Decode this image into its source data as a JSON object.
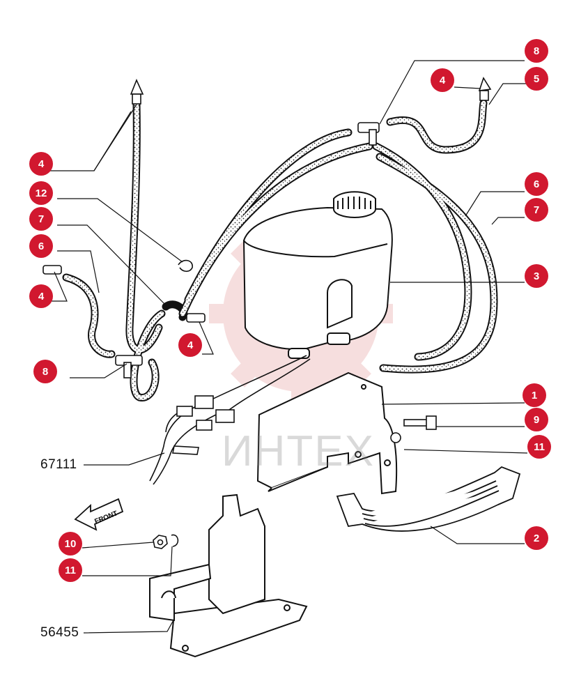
{
  "callouts": [
    {
      "id": "c1",
      "label": "8"
    },
    {
      "id": "c2",
      "label": "4"
    },
    {
      "id": "c3",
      "label": "5"
    },
    {
      "id": "c4",
      "label": "4"
    },
    {
      "id": "c5",
      "label": "6"
    },
    {
      "id": "c6",
      "label": "12"
    },
    {
      "id": "c7",
      "label": "7"
    },
    {
      "id": "c8",
      "label": "7"
    },
    {
      "id": "c9",
      "label": "6"
    },
    {
      "id": "c10",
      "label": "3"
    },
    {
      "id": "c11",
      "label": "4"
    },
    {
      "id": "c12",
      "label": "4"
    },
    {
      "id": "c13",
      "label": "8"
    },
    {
      "id": "c14",
      "label": "1"
    },
    {
      "id": "c15",
      "label": "9"
    },
    {
      "id": "c16",
      "label": "11"
    },
    {
      "id": "c17",
      "label": "2"
    },
    {
      "id": "c18",
      "label": "10"
    },
    {
      "id": "c19",
      "label": "11"
    }
  ],
  "codes": {
    "ref_a": "67111",
    "ref_b": "56455"
  },
  "front_label": "FRONT",
  "watermark": "ИНТЕХ",
  "colors": {
    "callout": "#d1182f",
    "line": "#111111",
    "watermark": "#e8a3a3"
  }
}
